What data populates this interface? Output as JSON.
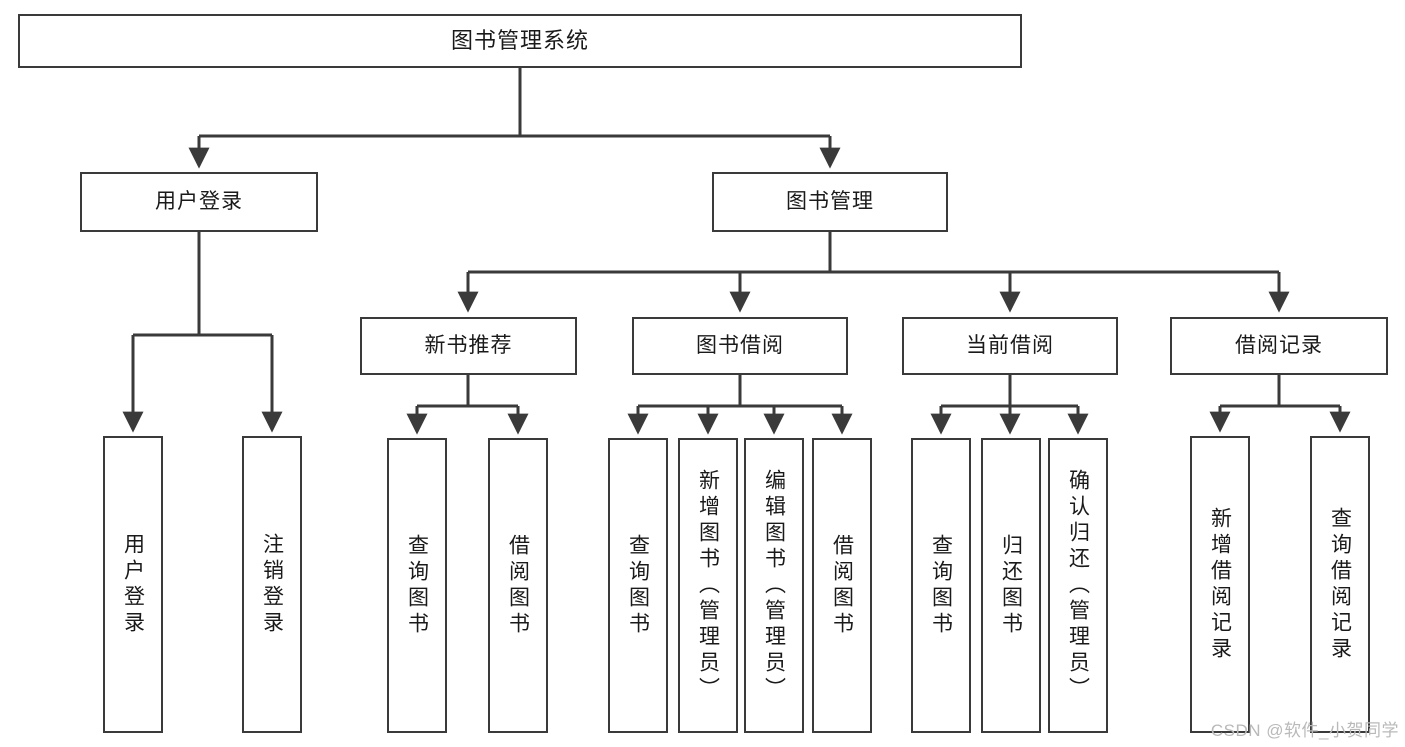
{
  "diagram": {
    "title": "图书管理系统",
    "type": "tree",
    "root": {
      "label": "图书管理系统"
    },
    "level2": [
      {
        "label": "用户登录"
      },
      {
        "label": "图书管理"
      }
    ],
    "level3": [
      {
        "label": "新书推荐"
      },
      {
        "label": "图书借阅"
      },
      {
        "label": "当前借阅"
      },
      {
        "label": "借阅记录"
      }
    ],
    "leaves": {
      "user_login": [
        {
          "label": "用户登录"
        },
        {
          "label": "注销登录"
        }
      ],
      "new_book_recommend": [
        {
          "label": "查询图书"
        },
        {
          "label": "借阅图书"
        }
      ],
      "book_borrow": [
        {
          "label": "查询图书"
        },
        {
          "label": "新增图书（管理员）"
        },
        {
          "label": "编辑图书（管理员）"
        },
        {
          "label": "借阅图书"
        }
      ],
      "current_borrow": [
        {
          "label": "查询图书"
        },
        {
          "label": "归还图书"
        },
        {
          "label": "确认归还（管理员）"
        }
      ],
      "borrow_record": [
        {
          "label": "新增借阅记录"
        },
        {
          "label": "查询借阅记录"
        }
      ]
    },
    "watermark": "CSDN @软件_小贺同学",
    "colors": {
      "stroke": "#3a3a3a",
      "fill": "#ffffff",
      "text": "#1a1a1a",
      "watermark": "#b9b9b9"
    }
  }
}
